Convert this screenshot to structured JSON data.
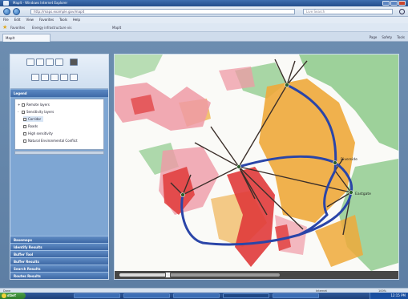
{
  "browser": {
    "title": "MapIt - Windows Internet Explorer",
    "address": "http://maps.example.gov/mapit",
    "search_placeholder": "Live Search",
    "menu": [
      "File",
      "Edit",
      "View",
      "Favorites",
      "Tools",
      "Help"
    ],
    "favorites_label": "Favorites",
    "favorite_links": [
      "Energy infrastructure vis",
      "MapIt"
    ],
    "tab_label": "MapIt",
    "commands": [
      "Page",
      "Safety",
      "Tools"
    ]
  },
  "sidebar": {
    "legend_title": "Legend",
    "legend_items": [
      {
        "label": "Remote layers",
        "level": 0,
        "toggle": "+"
      },
      {
        "label": "Sensitivity layers",
        "level": 0,
        "toggle": "-"
      },
      {
        "label": "Corridor",
        "level": 1,
        "selected": true
      },
      {
        "label": "Roads",
        "level": 1
      },
      {
        "label": "High sensitivity",
        "level": 1
      },
      {
        "label": "Natural Environmental Conflict",
        "level": 1
      }
    ],
    "accordion": [
      "Basemaps",
      "Identify Results",
      "Buffer Tool",
      "Buffer Results",
      "Search Results",
      "Routes Results"
    ]
  },
  "map": {
    "colors": {
      "pink": "#ef9aa6",
      "red": "#e03a3a",
      "orange": "#eea93a",
      "green": "#8cc98a",
      "blue_route": "#2a45a8",
      "line": "#3b2f2a"
    },
    "labels": [
      "Riverside",
      "Eastgate"
    ],
    "slider_value": 0.3
  },
  "status": {
    "left": "Done",
    "zone": "Internet",
    "zoom": "100%"
  },
  "taskbar": {
    "start_label": "start",
    "time": "12:15 PM"
  }
}
